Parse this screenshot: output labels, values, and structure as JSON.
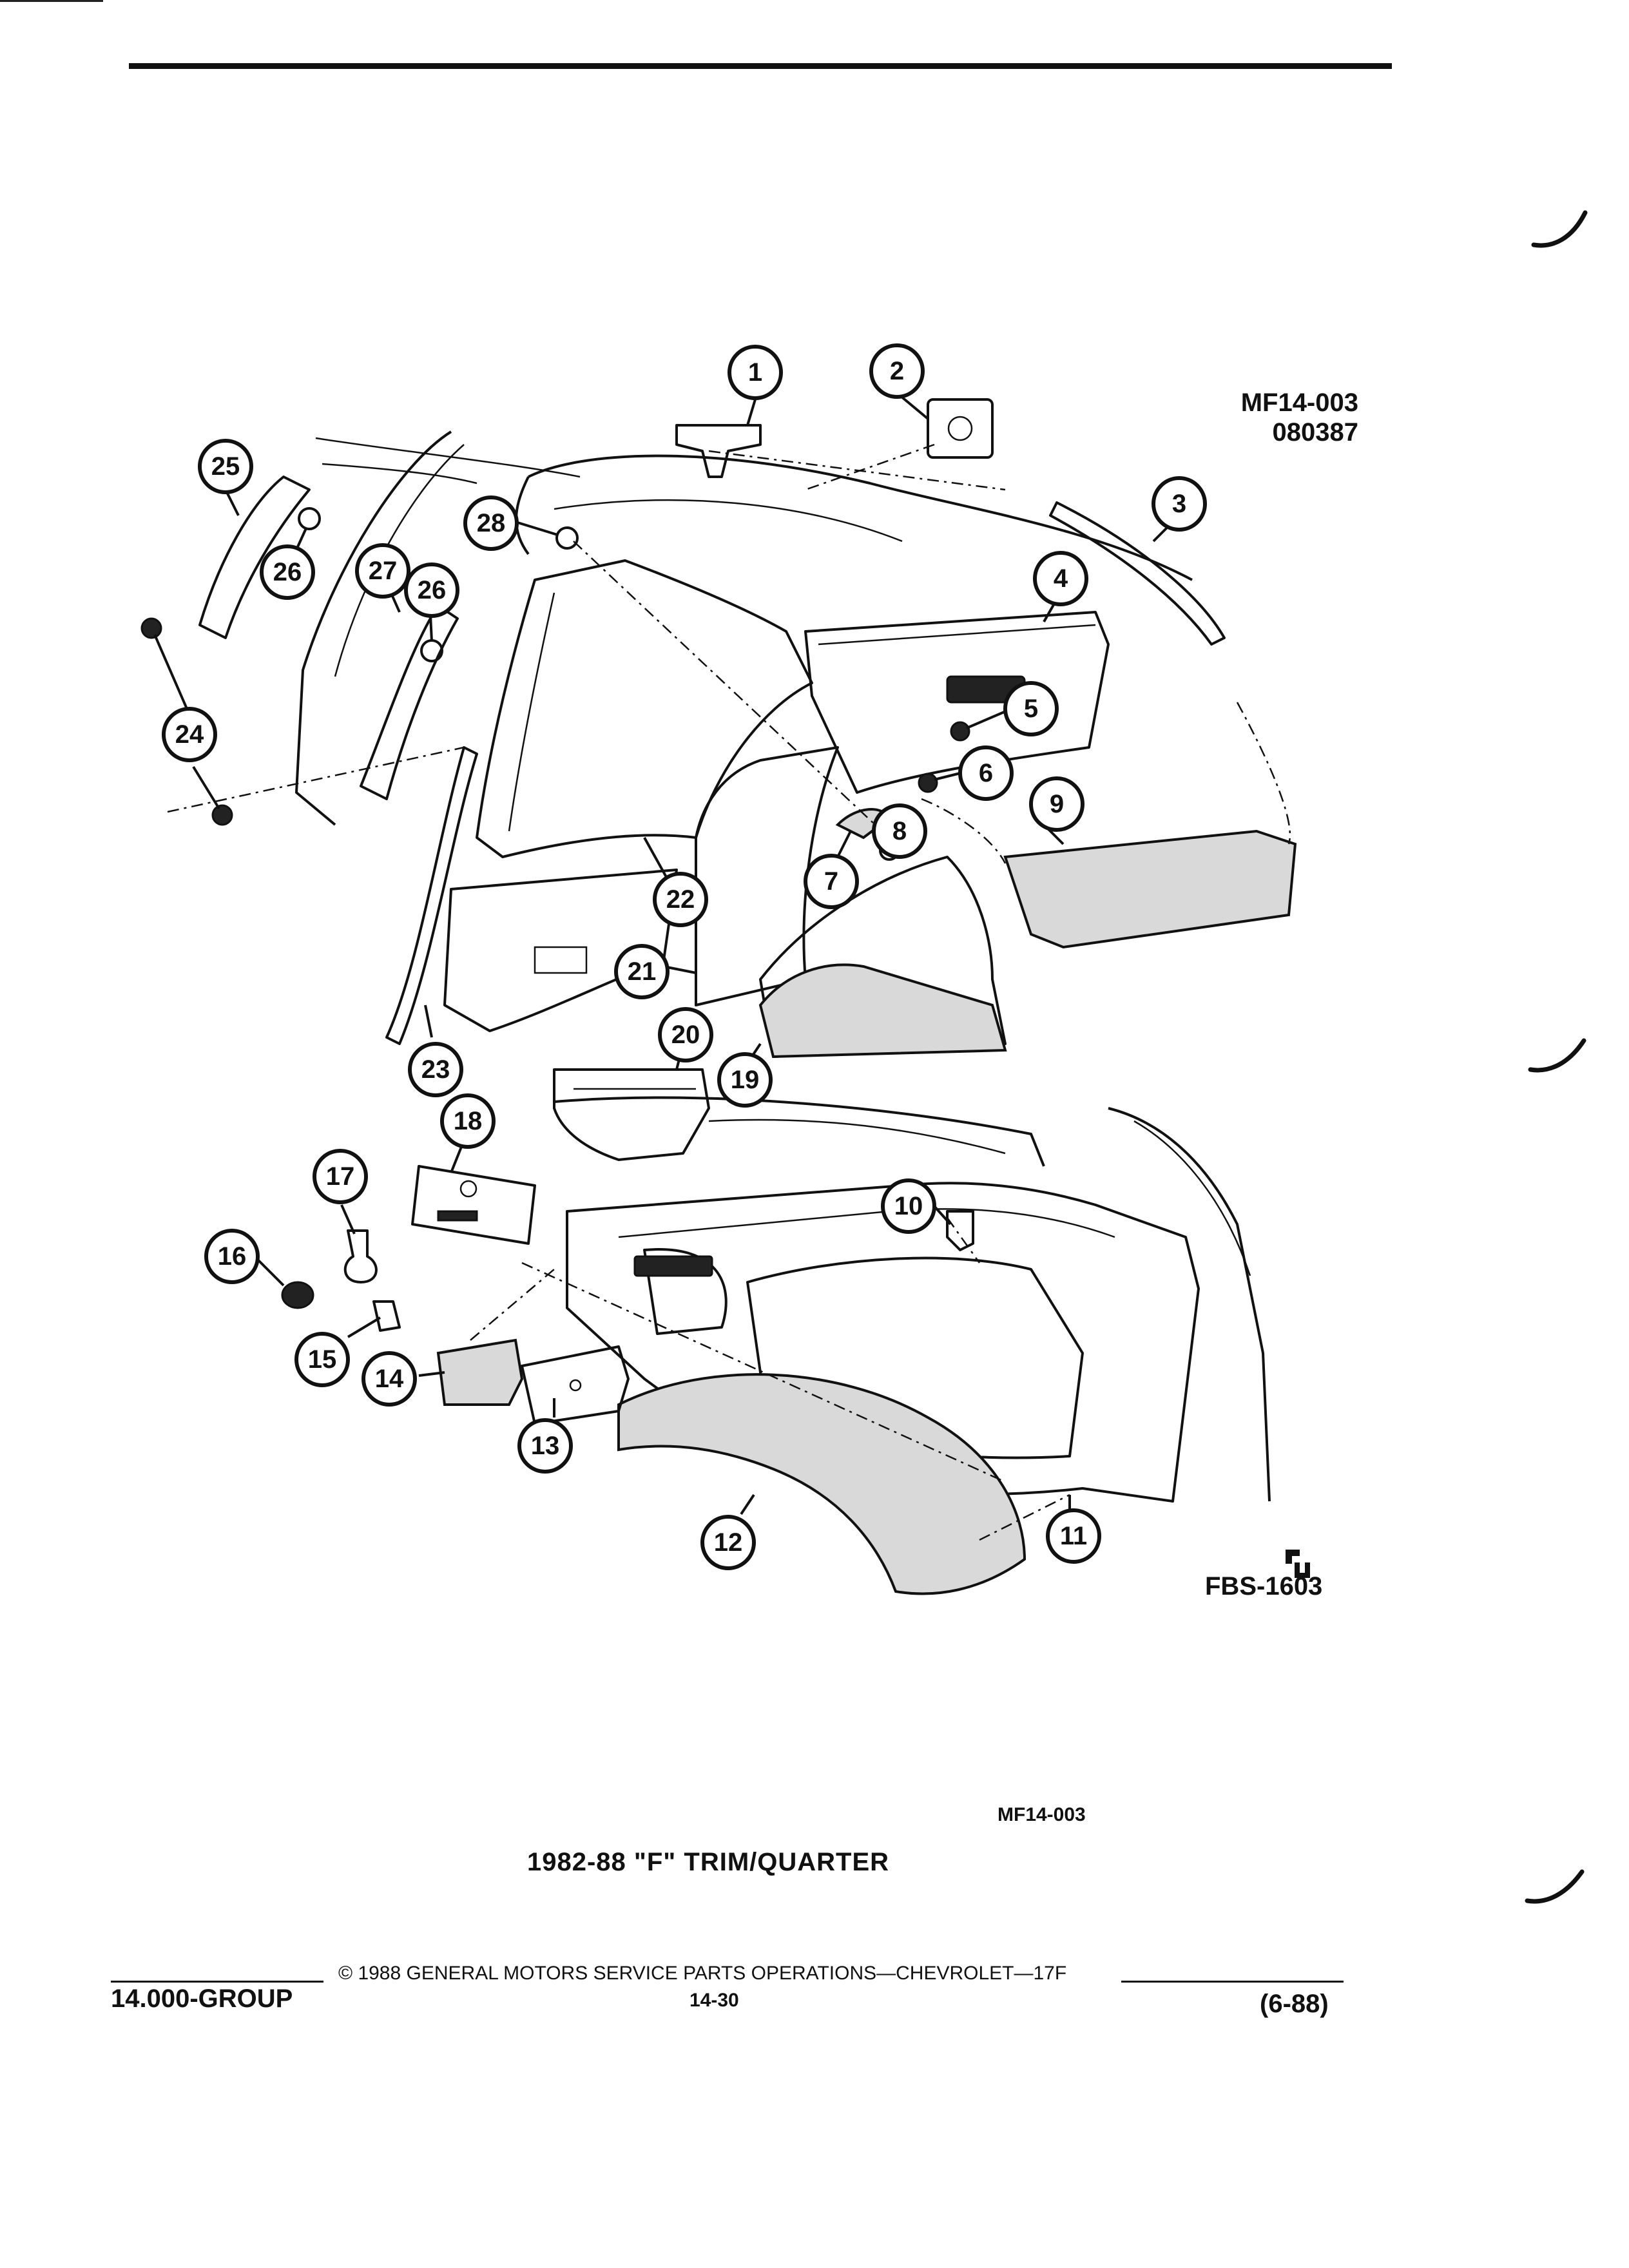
{
  "header": {
    "figure_code": "MF14-003",
    "figure_date": "080387"
  },
  "diagram": {
    "callouts": [
      "1",
      "2",
      "3",
      "4",
      "5",
      "6",
      "7",
      "8",
      "9",
      "10",
      "11",
      "12",
      "13",
      "14",
      "15",
      "16",
      "17",
      "18",
      "19",
      "20",
      "21",
      "22",
      "23",
      "24",
      "25",
      "26",
      "27",
      "28"
    ],
    "logo_mark": "GM service parts symbol",
    "sub_figure_code": "FBS-1603"
  },
  "caption": {
    "code": "MF14-003",
    "title": "1982-88 \"F\" TRIM/QUARTER"
  },
  "footer": {
    "group": "14.000-GROUP",
    "copyright": "© 1988 GENERAL MOTORS SERVICE PARTS OPERATIONS—CHEVROLET—17F",
    "page": "14-30",
    "date_code": "(6-88)"
  }
}
